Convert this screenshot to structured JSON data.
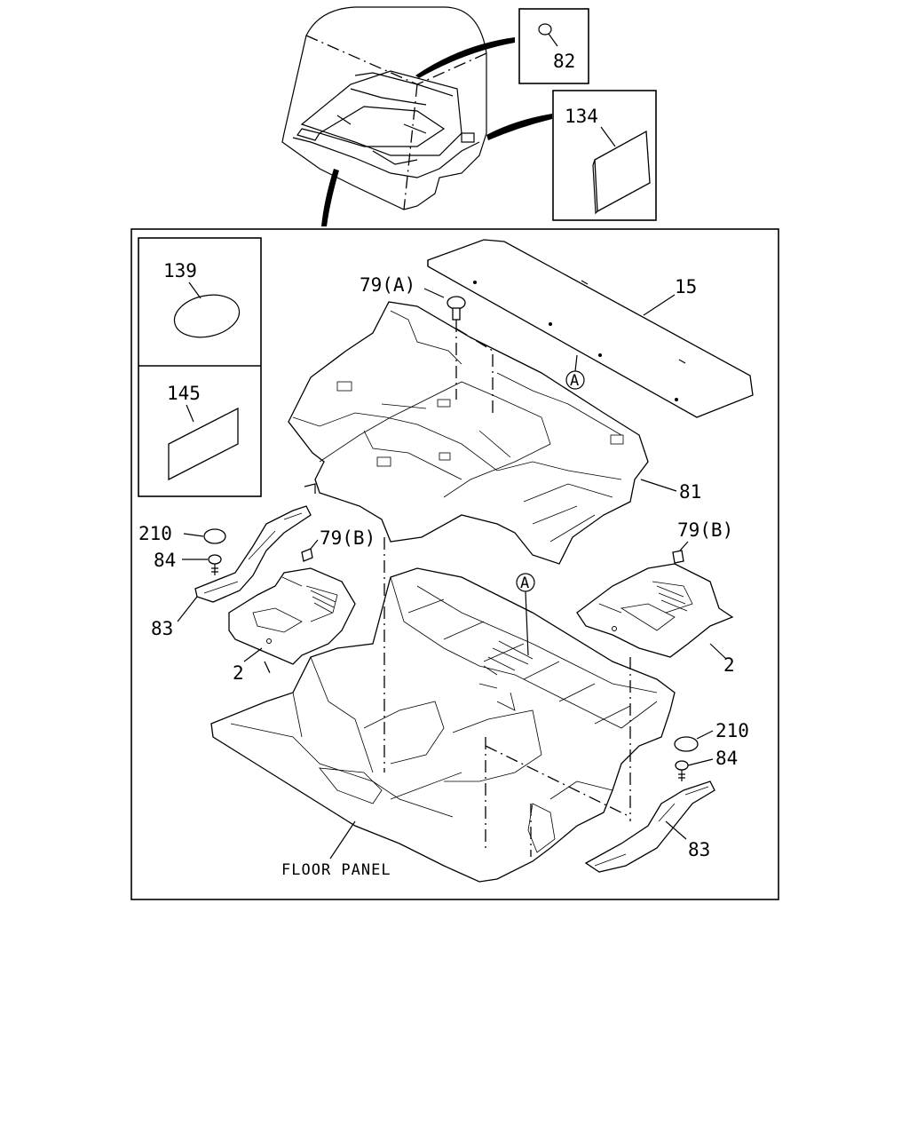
{
  "callouts": {
    "c82": "82",
    "c134": "134",
    "c139": "139",
    "c145": "145",
    "c79a": "79(A)",
    "c15": "15",
    "c81": "81",
    "c210_left": "210",
    "c84_left": "84",
    "c79b_left": "79(B)",
    "c83_left": "83",
    "c2_left": "2",
    "c79b_right": "79(B)",
    "c2_right": "2",
    "c210_right": "210",
    "c84_right": "84",
    "c83_right": "83",
    "ref_a_top": "A",
    "ref_a_bottom": "A",
    "floor_panel": "FLOOR PANEL"
  },
  "colors": {
    "line": "#000000",
    "background": "#ffffff"
  }
}
